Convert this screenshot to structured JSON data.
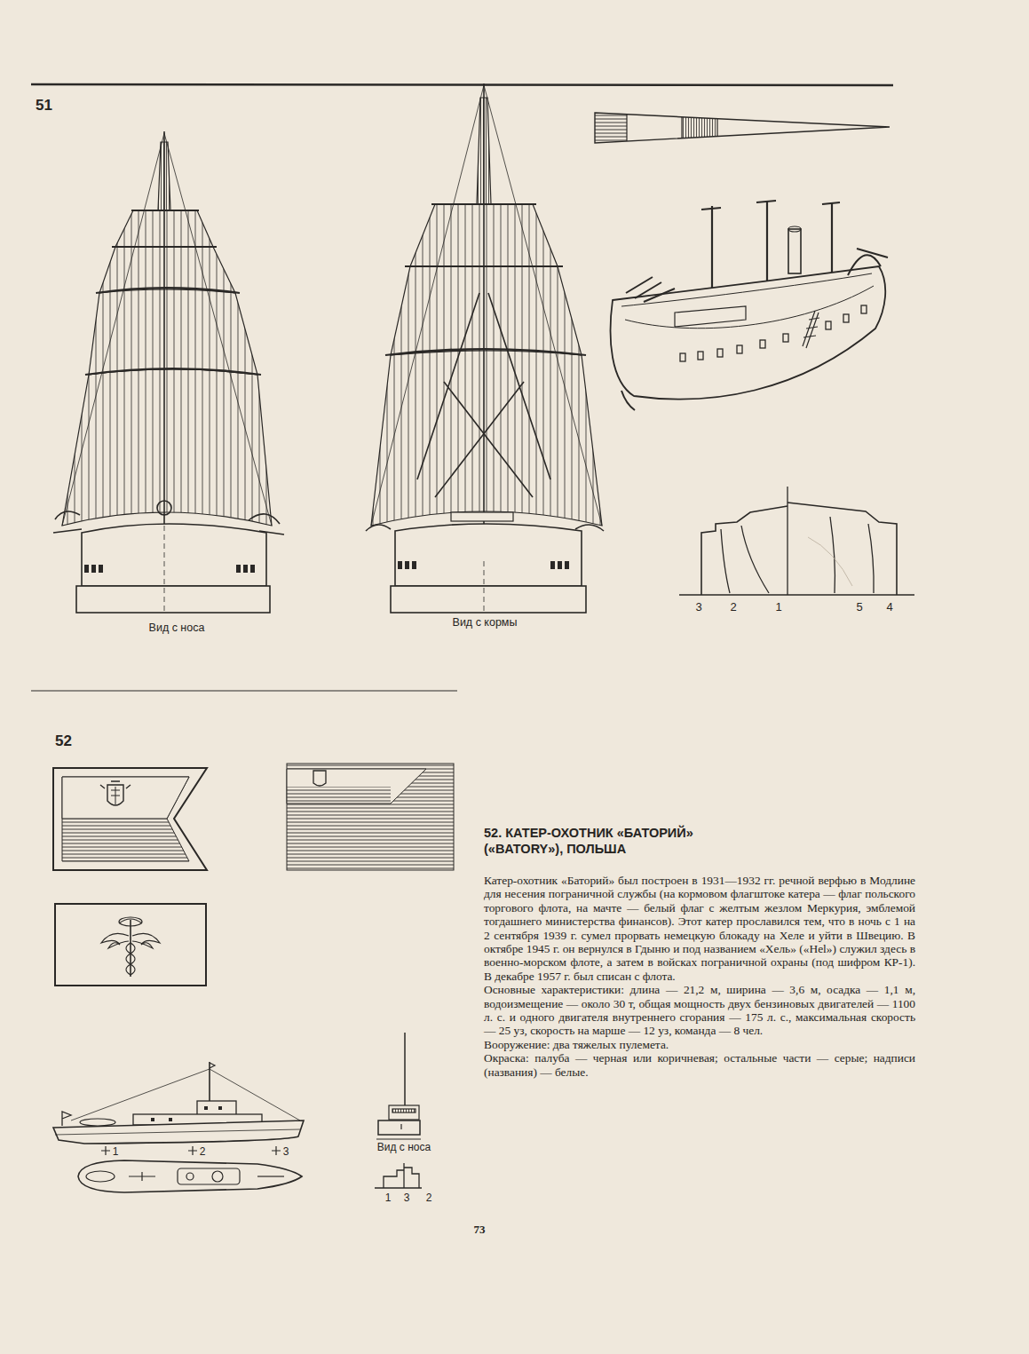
{
  "diagram": {
    "title": "52. КАТЕР-ОХОТНИК «БАТОРИЙ» («BATORY»), ПОЛЬША",
    "labels": [
      "51",
      "Вид с носа",
      "Вид с кормы",
      "3",
      "2",
      "1",
      "5",
      "4",
      "52",
      "Катер-охотник «Баторий» был построен в 1931—1932 гг. речной верфью в Модлине для несения пограничной службы (на кормовом флагштоке катера — флаг польского торгового флота, на мачте — белый флаг с желтым жезлом Меркурия, эмблемой тогдашнего министерства финансов). Этот катер прославился тем, что в ночь с 1 на 2 сентября 1939 г. сумел прорвать немецкую блокаду на Хеле и уйти в Швецию. В октябре 1945 г. он вернулся в Гдыню и под названием «Хель» («Hel») служил здесь в военно-морском флоте, а затем в войсках пограничной охраны (под шифром КР-1). В декабре 1957 г. был списан с флота.",
      "Основные характеристики: длина — 21,2 м, ширина — 3,6 м, осадка — 1,1 м, водоизмещение — около 30 т, общая мощность двух бензиновых двигателей — 1100 л. с. и одного двигателя внутреннего сгорания — 175 л. с., максимальная скорость — 25 уз, скорость на марше — 12 уз, команда — 8 чел.",
      "Вооружение: два тяжелых пулемета.",
      "Окраска: палуба — черная или коричневая; остальные части — серые; надписи (названия) — белые.",
      "1",
      "2",
      "3",
      "Вид с носа",
      "1",
      "3",
      "2",
      "73"
    ]
  }
}
